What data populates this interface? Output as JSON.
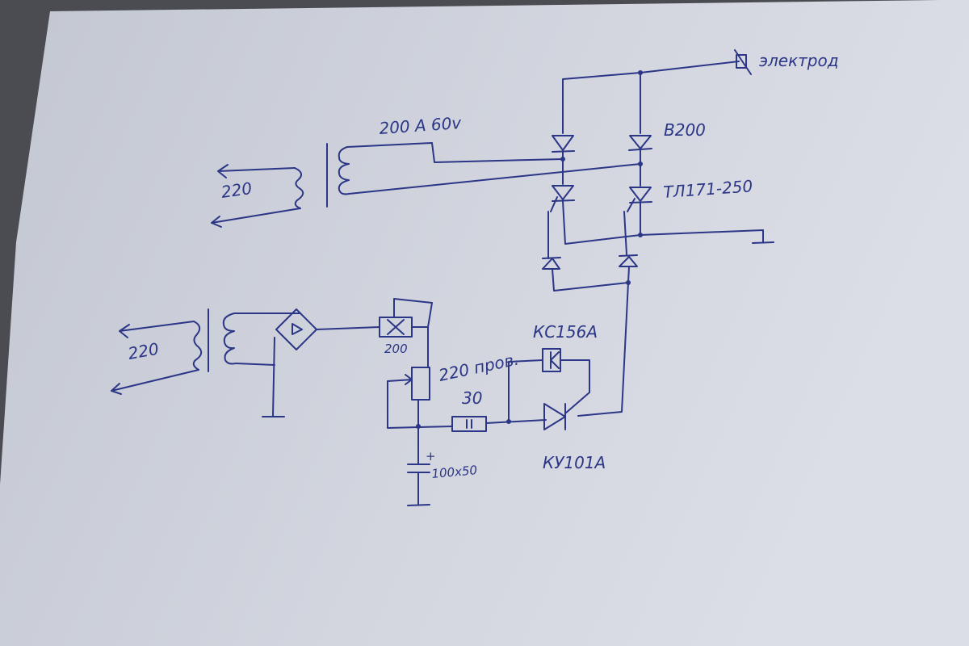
{
  "labels": {
    "electrode": "электрод",
    "transformer_rating": "200 A 60v",
    "diode_type": "B200",
    "thyristor_type": "ТЛ171-250",
    "mains_top": "220",
    "mains_bottom": "220",
    "relay_value": "200",
    "pot_value": "220 пров.",
    "resistor_value": "30",
    "zener_type": "КС156А",
    "scr_type": "КУ101А",
    "cap_polarity": "+",
    "cap_value": "100x50"
  },
  "colors": {
    "ink": "#2b3686",
    "paper": "#cfd3dd",
    "background": "#4a4c52"
  }
}
